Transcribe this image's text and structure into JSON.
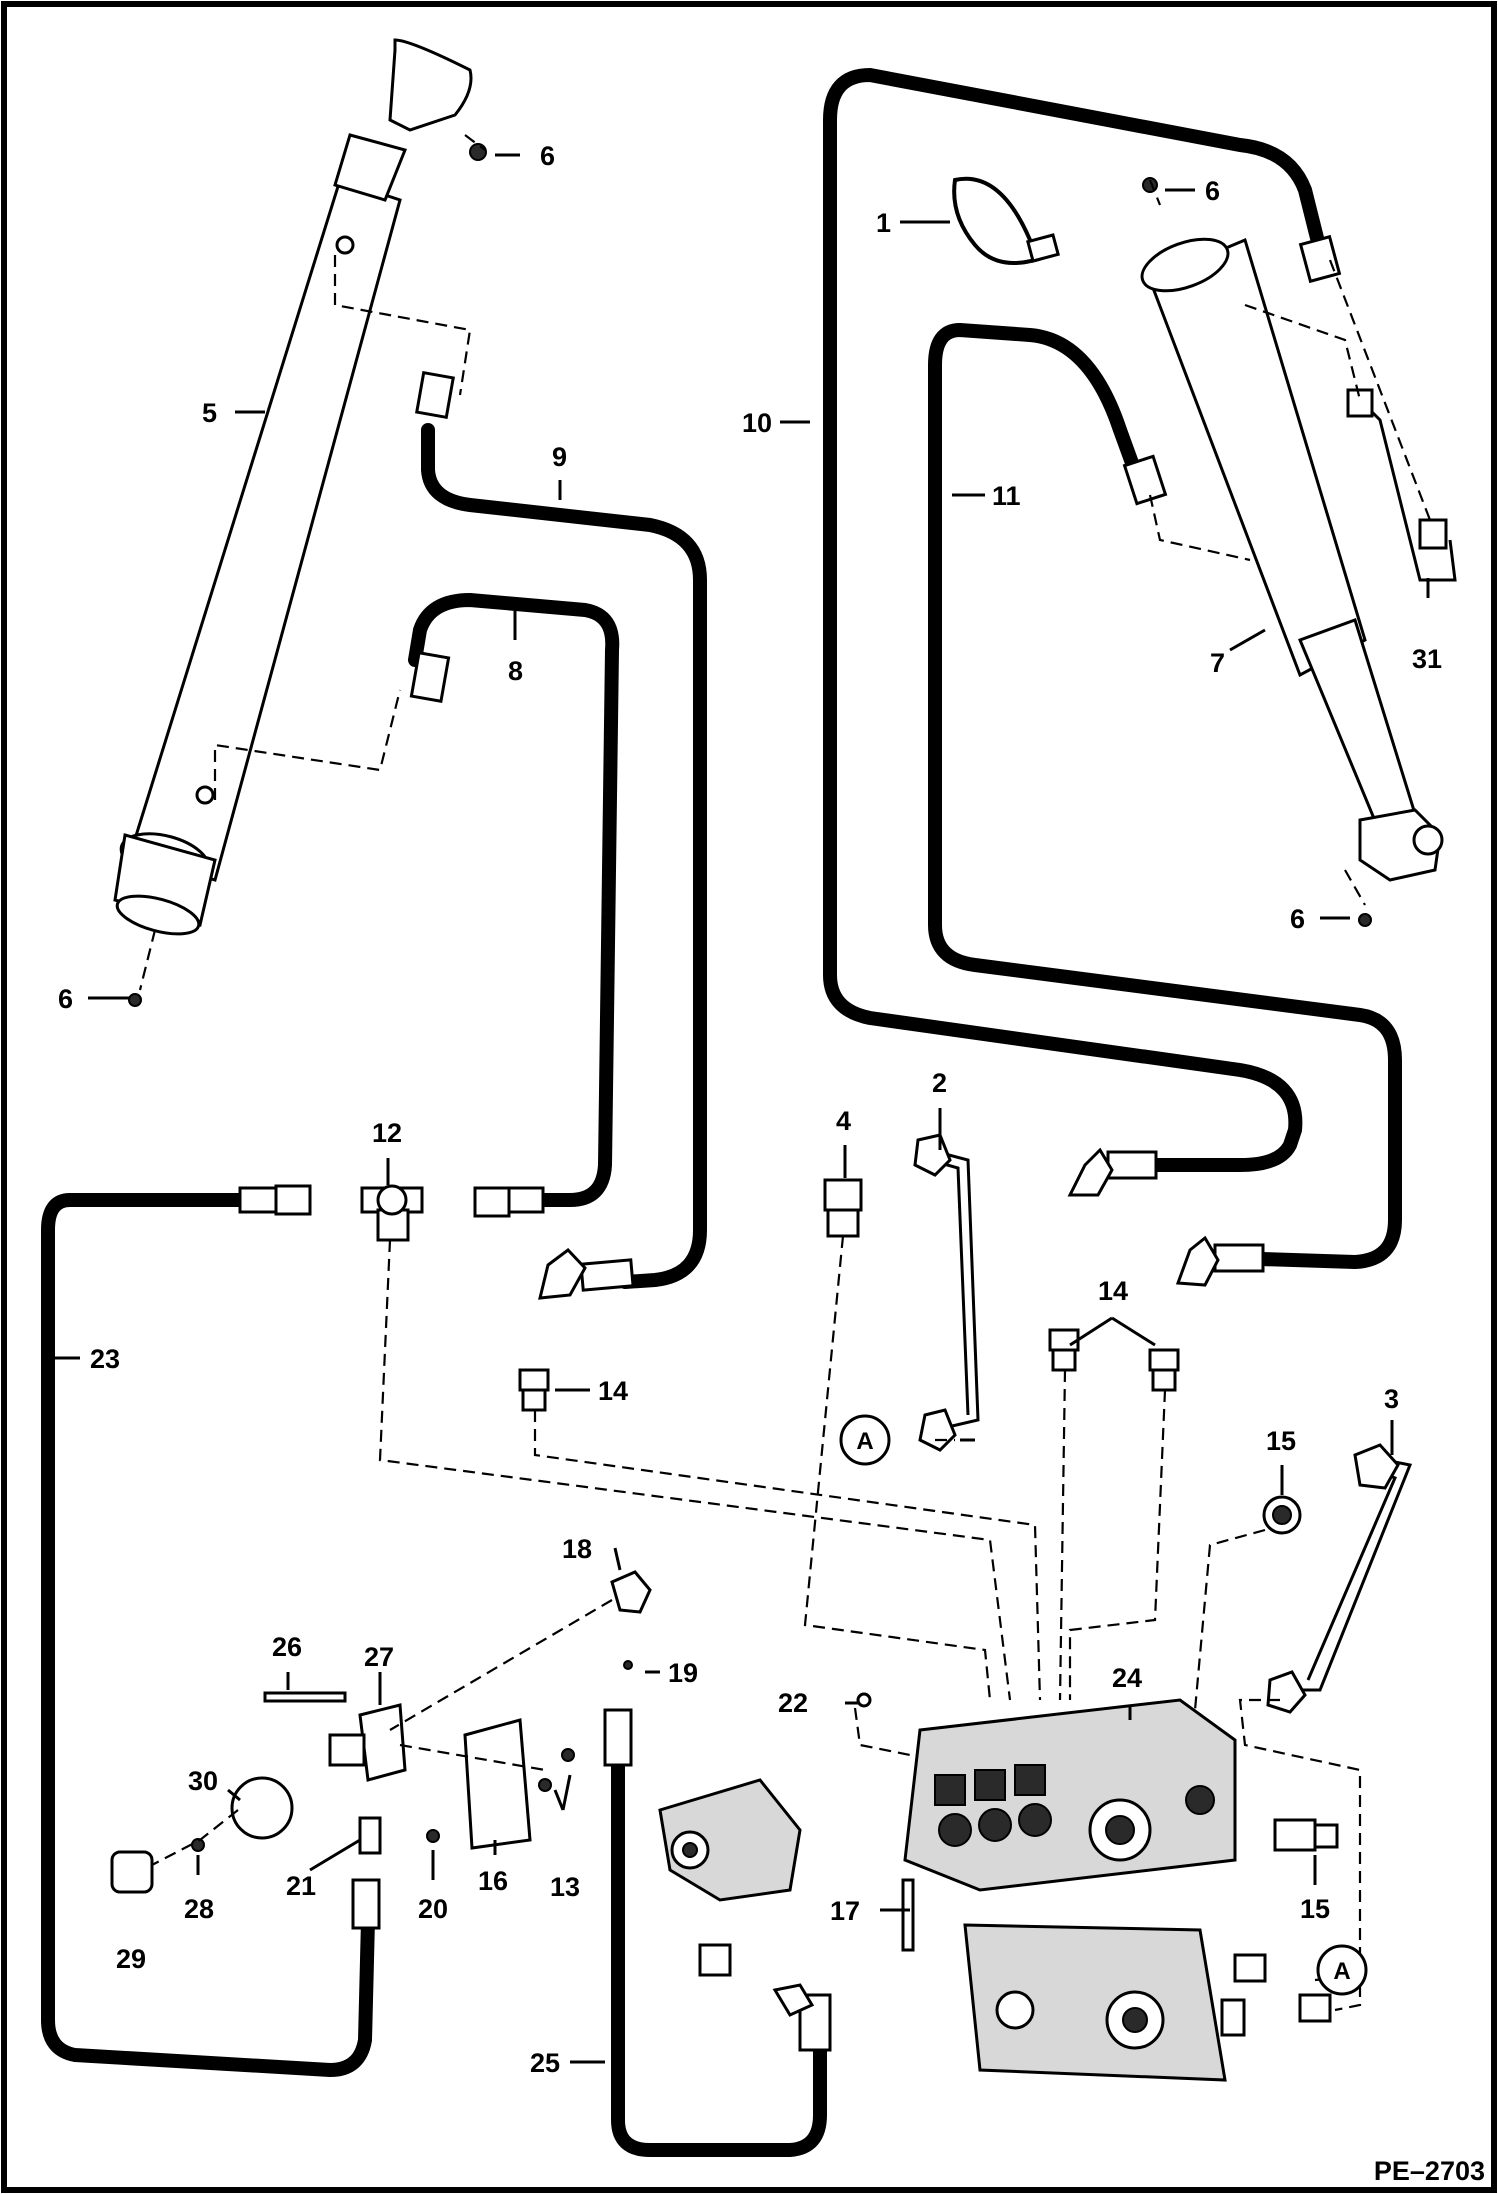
{
  "callouts": [
    {
      "id": "c1",
      "label": "1"
    },
    {
      "id": "c2",
      "label": "2"
    },
    {
      "id": "c3",
      "label": "3"
    },
    {
      "id": "c4",
      "label": "4"
    },
    {
      "id": "c5",
      "label": "5"
    },
    {
      "id": "c6a",
      "label": "6"
    },
    {
      "id": "c6b",
      "label": "6"
    },
    {
      "id": "c6c",
      "label": "6"
    },
    {
      "id": "c6d",
      "label": "6"
    },
    {
      "id": "c7",
      "label": "7"
    },
    {
      "id": "c8",
      "label": "8"
    },
    {
      "id": "c9",
      "label": "9"
    },
    {
      "id": "c10",
      "label": "10"
    },
    {
      "id": "c11",
      "label": "11"
    },
    {
      "id": "c12",
      "label": "12"
    },
    {
      "id": "c13",
      "label": "13"
    },
    {
      "id": "c14a",
      "label": "14"
    },
    {
      "id": "c14b",
      "label": "14"
    },
    {
      "id": "c15a",
      "label": "15"
    },
    {
      "id": "c15b",
      "label": "15"
    },
    {
      "id": "c16",
      "label": "16"
    },
    {
      "id": "c17",
      "label": "17"
    },
    {
      "id": "c18",
      "label": "18"
    },
    {
      "id": "c19",
      "label": "19"
    },
    {
      "id": "c20",
      "label": "20"
    },
    {
      "id": "c21",
      "label": "21"
    },
    {
      "id": "c22",
      "label": "22"
    },
    {
      "id": "c23",
      "label": "23"
    },
    {
      "id": "c24",
      "label": "24"
    },
    {
      "id": "c25",
      "label": "25"
    },
    {
      "id": "c26",
      "label": "26"
    },
    {
      "id": "c27",
      "label": "27"
    },
    {
      "id": "c28",
      "label": "28"
    },
    {
      "id": "c29",
      "label": "29"
    },
    {
      "id": "c30",
      "label": "30"
    },
    {
      "id": "c31",
      "label": "31"
    }
  ],
  "reference_markers": [
    {
      "id": "A1",
      "label": "A"
    },
    {
      "id": "A2",
      "label": "A"
    }
  ],
  "figure_code": "PE–2703"
}
